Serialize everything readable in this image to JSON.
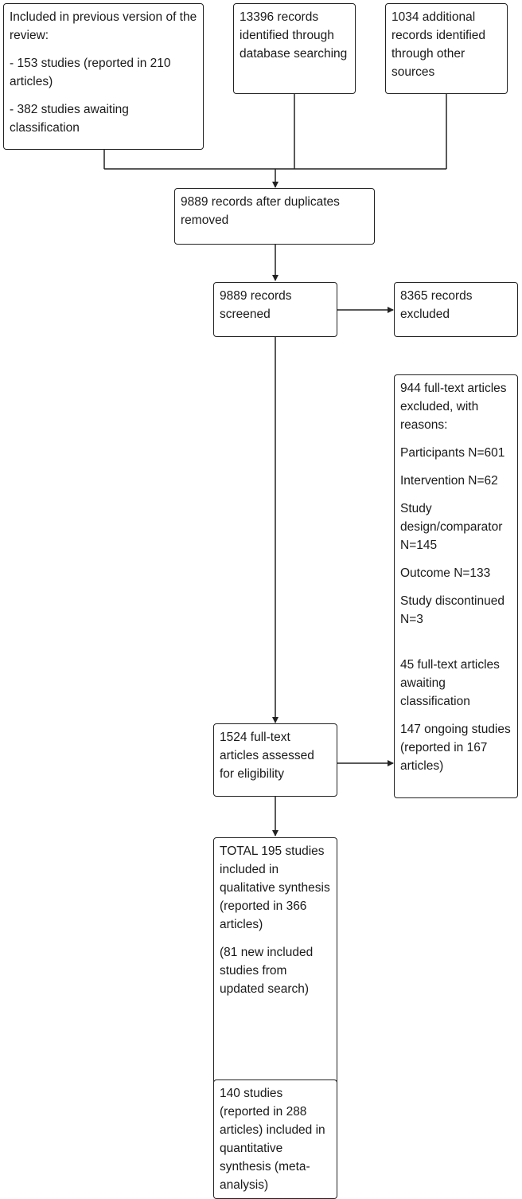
{
  "boxes": {
    "previous_version": [
      "Included in previous version of the review:",
      "- 153 studies (reported in 210 articles)",
      "- 382 studies awaiting classification"
    ],
    "database_search": [
      "13396 records identified through database searching"
    ],
    "other_sources": [
      "1034 additional records identified through other sources"
    ],
    "after_duplicates": [
      "9889 records after duplicates removed"
    ],
    "screened": [
      "9889 records screened"
    ],
    "excluded": [
      "8365 records excluded"
    ],
    "fulltext_excluded": [
      "944 full-text articles excluded, with reasons:",
      "Participants N=601",
      "Intervention N=62",
      "Study design/comparator\n N=145",
      "Outcome N=133",
      "Study discontinued N=3",
      "",
      "45 full-text articles awaiting classification",
      "147 ongoing studies (reported in 167 articles)"
    ],
    "assessed": [
      "1524 full-text articles assessed for eligibility"
    ],
    "qualitative": [
      "TOTAL 195 studies included in qualitative synthesis (reported in 366 articles)",
      "(81 new included studies from updated search)"
    ],
    "quantitative": [
      "140 studies (reported in 288 articles) included in quantitative synthesis (meta-analysis)"
    ]
  }
}
